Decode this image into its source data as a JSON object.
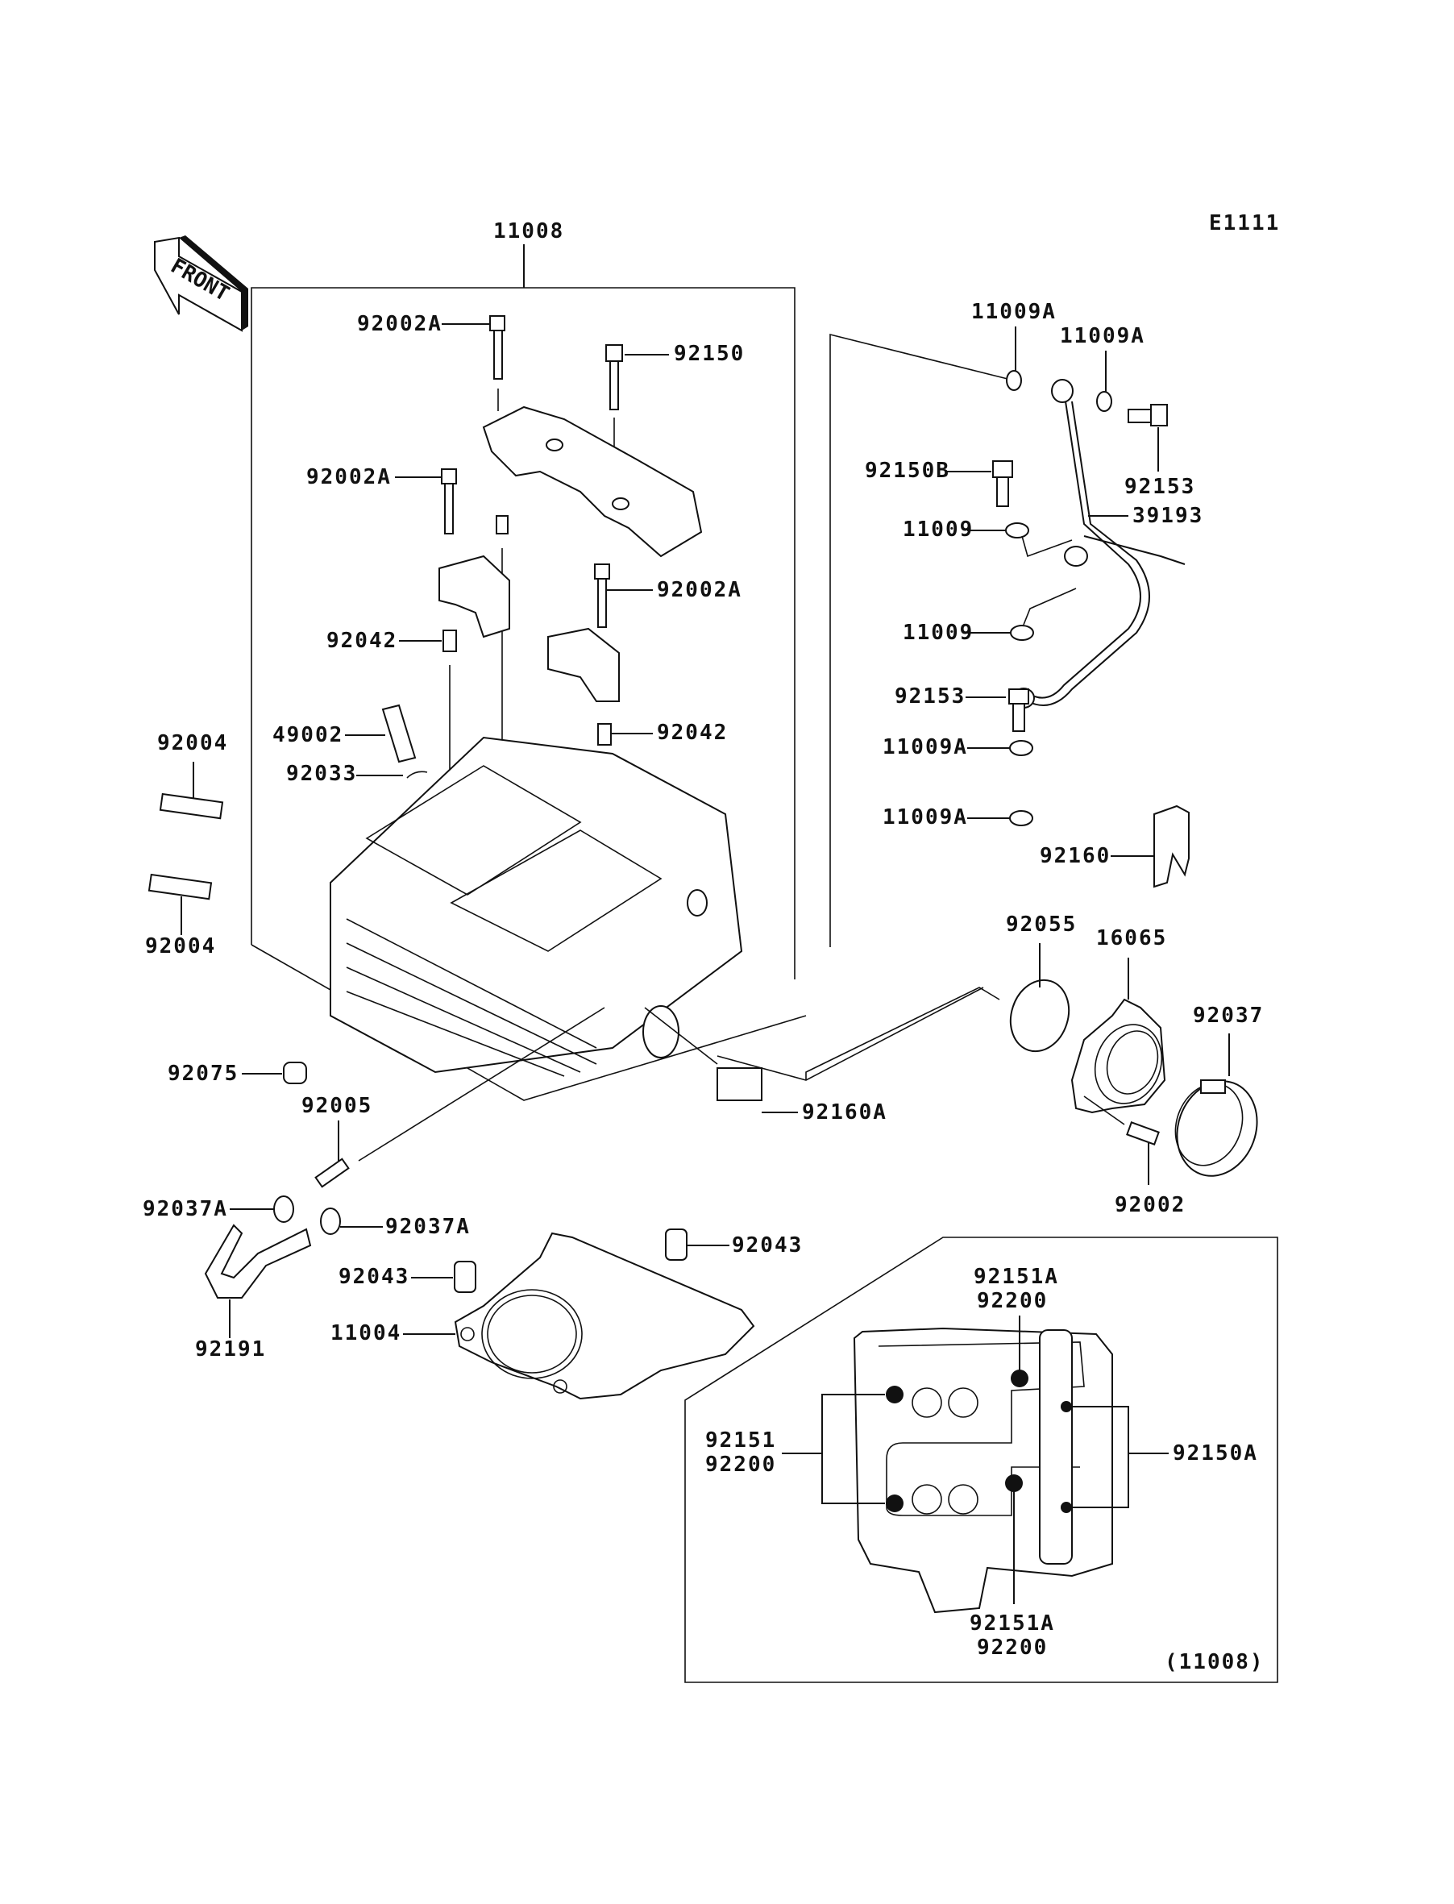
{
  "diagram": {
    "code": "E1111",
    "front_label": "FRONT",
    "main_assembly": "11008",
    "inset_reference": "(11008)",
    "labels": {
      "l92002A_1": "92002A",
      "l92150": "92150",
      "l92002A_2": "92002A",
      "l92002A_3": "92002A",
      "l92042_1": "92042",
      "l92042_2": "92042",
      "l49002": "49002",
      "l92033": "92033",
      "l92004_1": "92004",
      "l92004_2": "92004",
      "l92075": "92075",
      "l92005": "92005",
      "l92037A_1": "92037A",
      "l92037A_2": "92037A",
      "l92191": "92191",
      "l92043_1": "92043",
      "l92043_2": "92043",
      "l11004": "11004",
      "l92160A": "92160A",
      "l11009A_1": "11009A",
      "l11009A_2": "11009A",
      "l92150B": "92150B",
      "l92153_1": "92153",
      "l39193": "39193",
      "l11009_1": "11009",
      "l11009_2": "11009",
      "l92153_2": "92153",
      "l11009A_3": "11009A",
      "l11009A_4": "11009A",
      "l92160": "92160",
      "l92055": "92055",
      "l16065": "16065",
      "l92037": "92037",
      "l92002": "92002",
      "l92151A_top": "92151A",
      "l92200_top": "92200",
      "l92151_left": "92151",
      "l92200_left": "92200",
      "l92150A": "92150A",
      "l92151A_bot": "92151A",
      "l92200_bot": "92200"
    }
  }
}
